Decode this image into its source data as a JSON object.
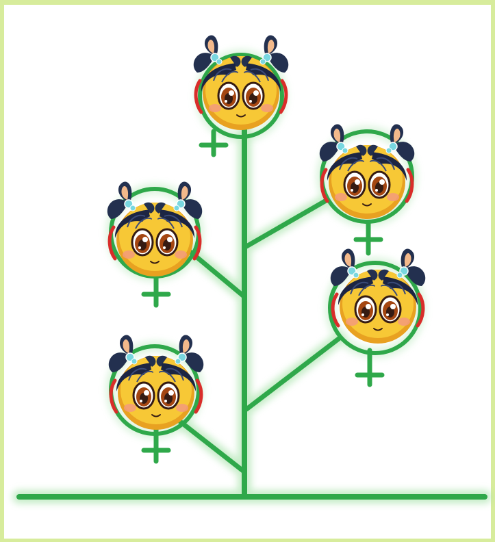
{
  "diagram": {
    "subject": "female-symbol-family-tree",
    "colors": {
      "border": "#d7ec9c",
      "background": "#ffffff",
      "stem": "#2fa84a",
      "stem_glow": "#a9e3ab",
      "face": "#f7c836",
      "face_shade": "#e8a121",
      "hair": "#1c2543",
      "bow_ear": "#23304f",
      "bow_inner": "#f3b98b",
      "bow_knot": "#79d7e0",
      "eye_iris": "#a44612",
      "eye_outline": "#351b13",
      "cheek": "#f39a7c",
      "ribbon": "#d92d2a"
    },
    "figures": [
      {
        "id": "top"
      },
      {
        "id": "right-upper"
      },
      {
        "id": "left-upper"
      },
      {
        "id": "right-lower"
      },
      {
        "id": "left-lower"
      }
    ],
    "icon": "female-symbol-icon"
  }
}
